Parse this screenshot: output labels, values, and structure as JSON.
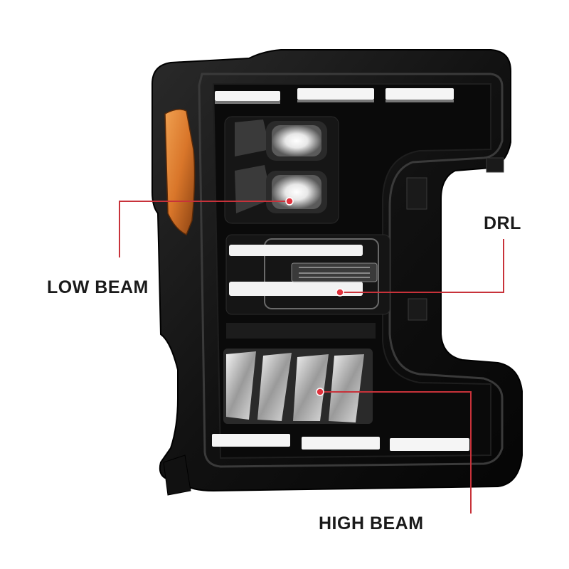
{
  "labels": {
    "low_beam": "LOW BEAM",
    "drl": "DRL",
    "high_beam": "HIGH BEAM"
  },
  "colors": {
    "callout_line": "#c8323a",
    "callout_dot": "#e0313c",
    "housing": "#0d0d0d",
    "amber_reflector": "#d9762a",
    "background": "#ffffff"
  },
  "subject": {
    "object": "headlight-assembly"
  }
}
